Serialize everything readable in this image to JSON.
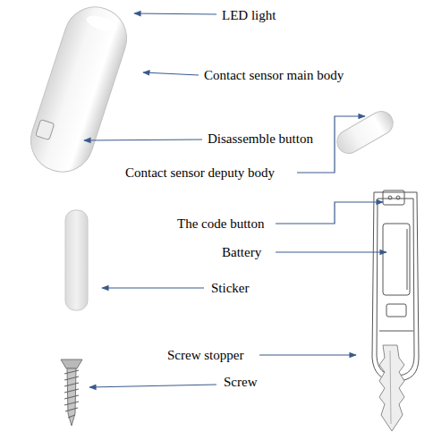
{
  "diagram": {
    "labels": [
      "LED light",
      "Contact sensor main body",
      "Disassemble button",
      "Contact sensor deputy body",
      "The code button",
      "Battery",
      "Sticker",
      "Screw stopper",
      "Screw"
    ]
  }
}
